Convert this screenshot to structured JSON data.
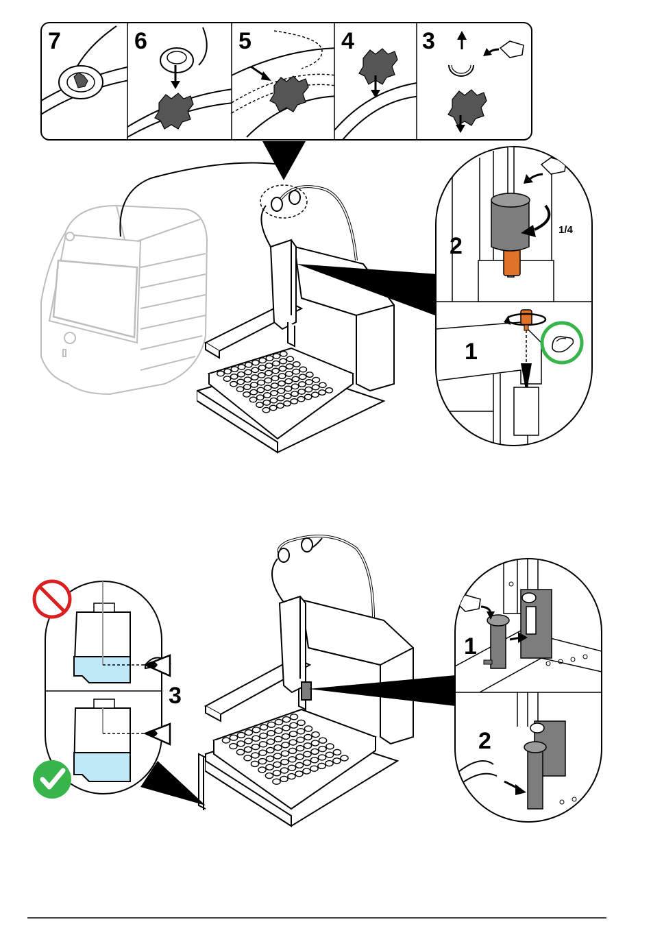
{
  "strip": {
    "steps": [
      "7",
      "6",
      "5",
      "4",
      "3"
    ]
  },
  "detail_top": {
    "upper_step": "2",
    "rotation_label": "1/4",
    "lower_step": "1"
  },
  "bottom_left": {
    "step": "3"
  },
  "detail_bottom": {
    "upper_step": "1",
    "lower_step": "2"
  },
  "colors": {
    "ok_green": "#37b44a",
    "no_red": "#d7201f",
    "liquid_blue": "#bfe9f7",
    "brass": "#e0732a",
    "analyzer_gray": "#bdbdbd",
    "part_gray": "#7d7d7d"
  },
  "icons": [
    "prohibited-icon",
    "checkmark-icon",
    "eye-icon",
    "hand-icon"
  ]
}
